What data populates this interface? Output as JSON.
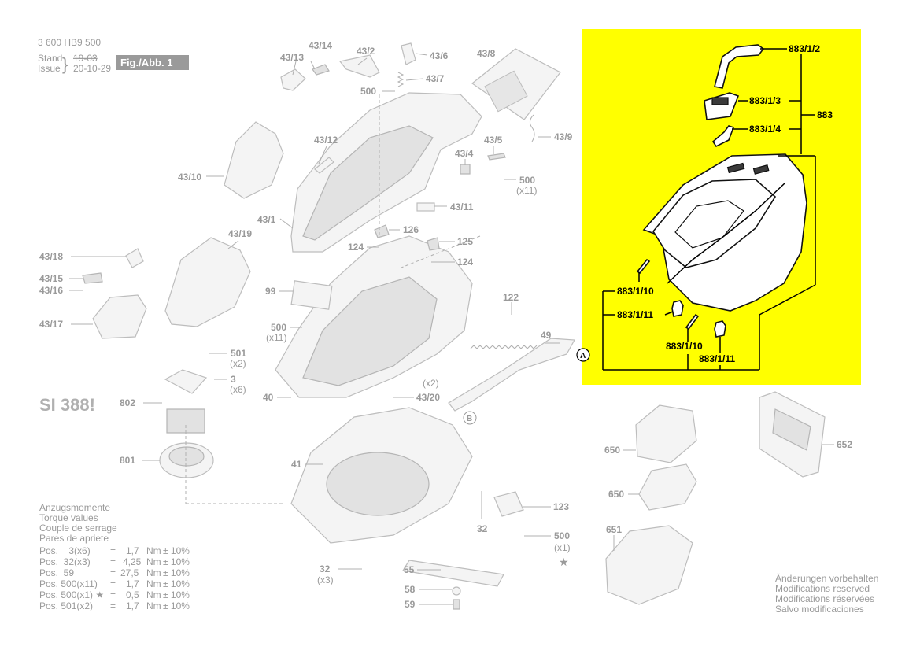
{
  "header": {
    "doc_number": "3 600 HB9 500",
    "stand_label": "Stand",
    "issue_label": "Issue",
    "stand_value": "19-03",
    "issue_value": "20-10-29",
    "figure_label": "Fig./Abb. 1"
  },
  "si_badge": "SI 388!",
  "labels": {
    "p43_14": "43/14",
    "p43_13": "43/13",
    "p43_2": "43/2",
    "p43_6": "43/6",
    "p43_7": "43/7",
    "p43_8": "43/8",
    "p500_top": "500",
    "p43_10": "43/10",
    "p43_12": "43/12",
    "p43_9": "43/9",
    "p43_5": "43/5",
    "p43_4": "43/4",
    "p500_x11a": "500",
    "x11a": "(x11)",
    "p43_1": "43/1",
    "p43_11": "43/11",
    "p43_19": "43/19",
    "p126": "126",
    "p125": "125",
    "p124a": "124",
    "p124b": "124",
    "p43_18": "43/18",
    "p43_15": "43/15",
    "p43_16": "43/16",
    "p43_17": "43/17",
    "p99": "99",
    "p122": "122",
    "p500_x11b": "500",
    "x11b": "(x11)",
    "p501": "501",
    "x2a": "(x2)",
    "p3": "3",
    "x6": "(x6)",
    "p49": "49",
    "p802": "802",
    "x2b": "(x2)",
    "p40": "40",
    "p43_20": "43/20",
    "callout_b": "B",
    "callout_a": "A",
    "p801": "801",
    "p41": "41",
    "p123": "123",
    "p32a": "32",
    "p500_x1": "500",
    "x1": "(x1)",
    "star": "★",
    "p32b": "32",
    "x3": "(x3)",
    "p55": "55",
    "p58": "58",
    "p59": "59",
    "p650a": "650",
    "p650b": "650",
    "p651": "651",
    "p652": "652"
  },
  "highlight": {
    "color": "#ffff00",
    "labels": {
      "p883_1_2": "883/1/2",
      "p883_1_3": "883/1/3",
      "p883": "883",
      "p883_1_4": "883/1/4",
      "p883_1_10a": "883/1/10",
      "p883_1_11a": "883/1/11",
      "p883_1_10b": "883/1/10",
      "p883_1_11b": "883/1/11"
    }
  },
  "torque": {
    "heading": [
      "Anzugsmomente",
      "Torque values",
      "Couple de serrage",
      "Pares de apriete"
    ],
    "rows": [
      {
        "pos": "Pos.    3(x6)",
        "eq": "=",
        "val": "1,7",
        "unit": "Nm",
        "tol": "± 10%"
      },
      {
        "pos": "Pos.  32(x3)",
        "eq": "=",
        "val": "4,25",
        "unit": "Nm",
        "tol": "± 10%"
      },
      {
        "pos": "Pos.  59",
        "eq": "=",
        "val": "27,5",
        "unit": "Nm",
        "tol": "± 10%"
      },
      {
        "pos": "Pos. 500(x11)",
        "eq": "=",
        "val": "1,7",
        "unit": "Nm",
        "tol": "± 10%"
      },
      {
        "pos": "Pos. 500(x1) ★",
        "eq": "=",
        "val": "0,5",
        "unit": "Nm",
        "tol": "± 10%"
      },
      {
        "pos": "Pos. 501(x2)",
        "eq": "=",
        "val": "1,7",
        "unit": "Nm",
        "tol": "± 10%"
      }
    ]
  },
  "notice": [
    "Änderungen vorbehalten",
    "Modifications reserved",
    "Modifications réservées",
    "Salvo modificaciones"
  ]
}
